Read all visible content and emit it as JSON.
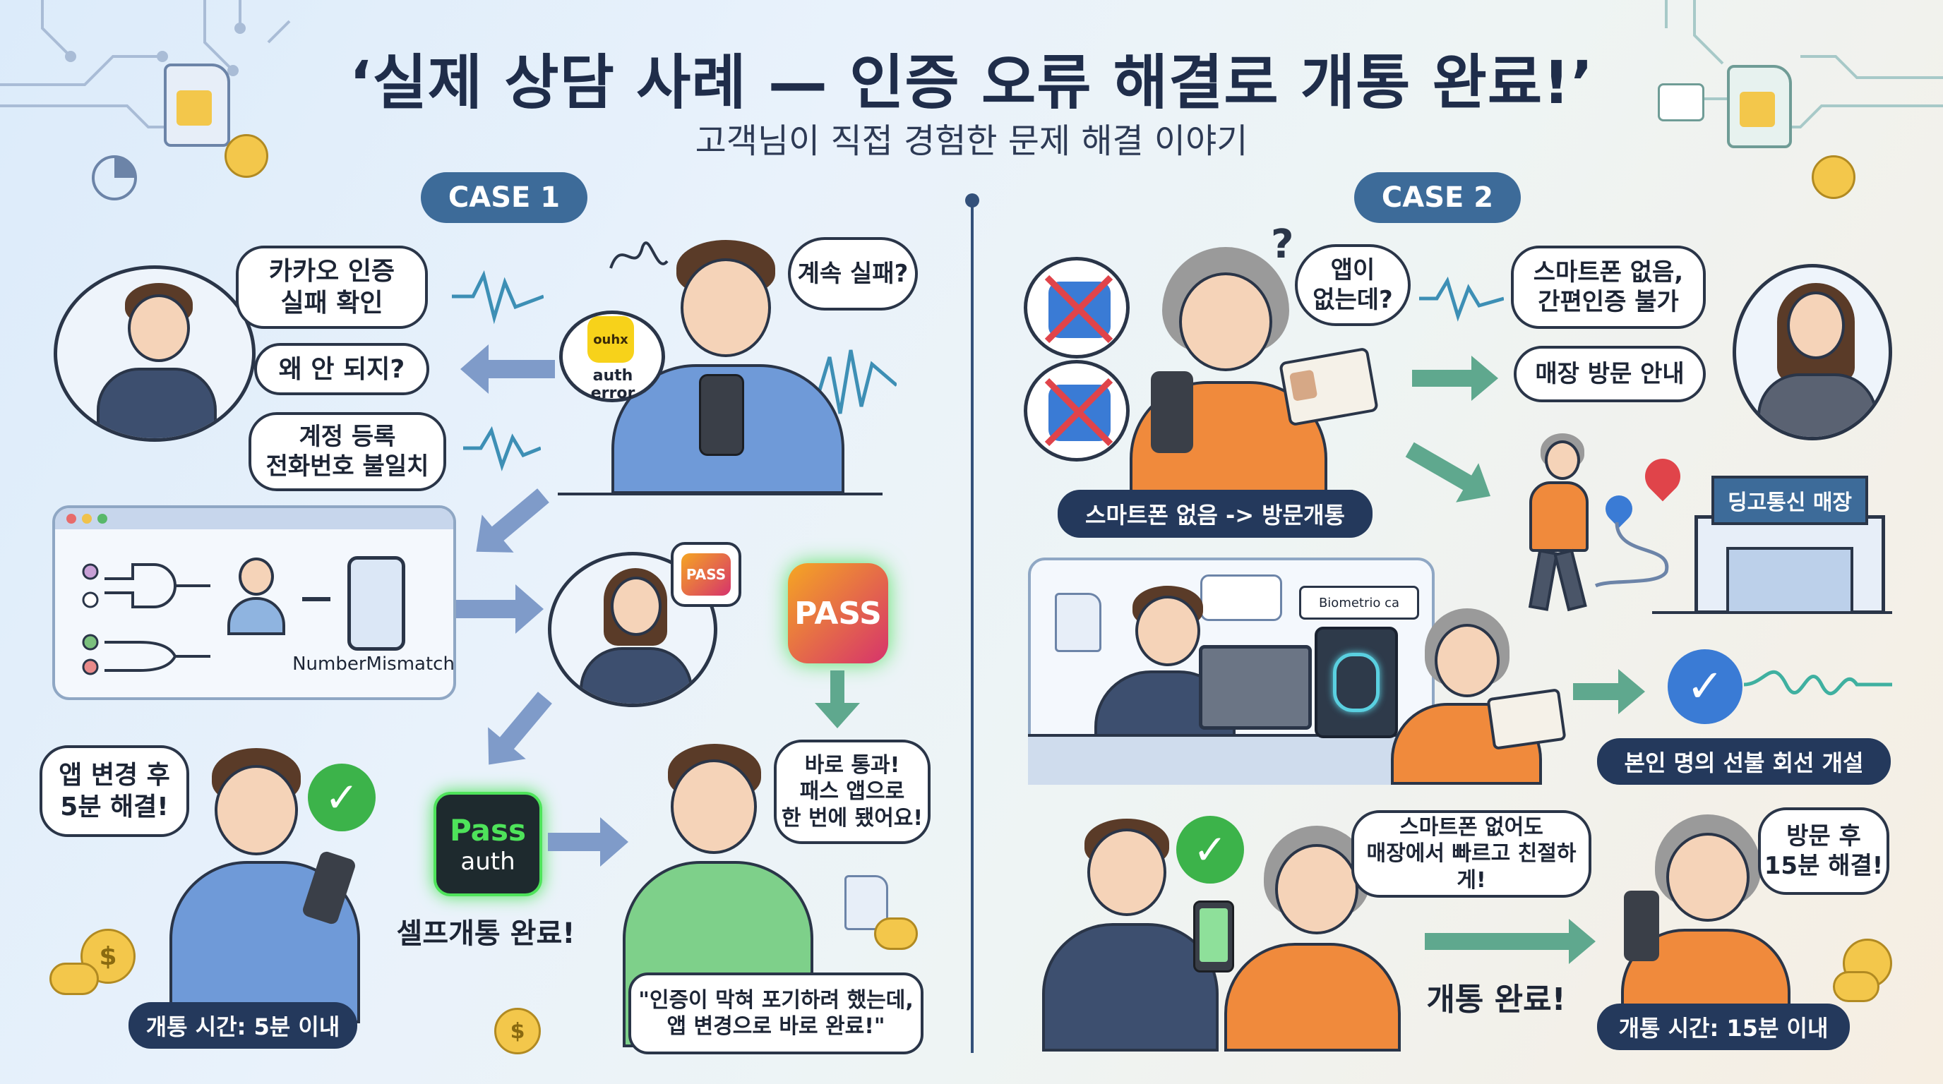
{
  "header": {
    "title": "‘실제 상담 사례 — 인증 오류 해결로 개통 완료!’",
    "subtitle": "고객님이 직접 경험한 문제 해결 이야기"
  },
  "case1": {
    "label": "CASE 1",
    "bubble_kakao_check": "카카오 인증\n실패 확인",
    "bubble_why": "왜 안 되지?",
    "bubble_mismatch": "계정 등록\n전화번호 불일치",
    "bubble_keep_fail": "계속 실패?",
    "kakao_icon_text": "ouhx",
    "auth_error": "auth error",
    "mismatch_label": "NumberMismatch",
    "pass_small": "PASS",
    "pass_big": "PASS",
    "pass_auth_line1": "Pass",
    "pass_auth_line2": "auth",
    "self_done": "셀프개통 완료!",
    "bubble_5min": "앱 변경 후\n5분 해결!",
    "bubble_pass_ok": "바로 통과!\n패스 앱으로\n한 번에 됐어요!",
    "quote": "\"인증이 막혀 포기하려 했는데,\n앱 변경으로 바로 완료!\"",
    "time_label": "개통 시간: 5분 이내",
    "coin_symbol": "$"
  },
  "case2": {
    "label": "CASE 2",
    "bubble_no_app": "앱이\n없는데?",
    "bubble_no_smartphone": "스마트폰 없음,\n간편인증 불가",
    "bubble_store_visit": "매장 방문 안내",
    "label_visit": "스마트폰 없음 -> 방문개통",
    "store_name": "딩고통신 매장",
    "biometric_label": "Biometrio ca",
    "line_open": "본인 명의 선불 회선 개설",
    "bubble_fast": "스마트폰 없어도\n매장에서 빠르고 친절하게!",
    "bubble_15min": "방문 후\n15분 해결!",
    "done": "개통 완료!",
    "time_label": "개통 시간: 15분 이내",
    "question_mark": "?"
  },
  "colors": {
    "pill": "#3d6b99",
    "dark_label": "#24395c",
    "check_green": "#3cb34a",
    "pass_gradient_start": "#f5a623",
    "pass_gradient_end": "#d6336c",
    "pass_auth_bg": "#1e2a2e",
    "pass_auth_glow": "#4ee35a",
    "orange_jacket": "#f08a3c",
    "navy_suit": "#3d4f6f"
  },
  "icons": [
    "sim-card-icon",
    "coin-stack-icon",
    "check-icon",
    "kakao-icon",
    "pass-app-icon",
    "fingerprint-icon",
    "map-pin-icon",
    "store-icon",
    "phone-icon",
    "id-card-icon"
  ]
}
